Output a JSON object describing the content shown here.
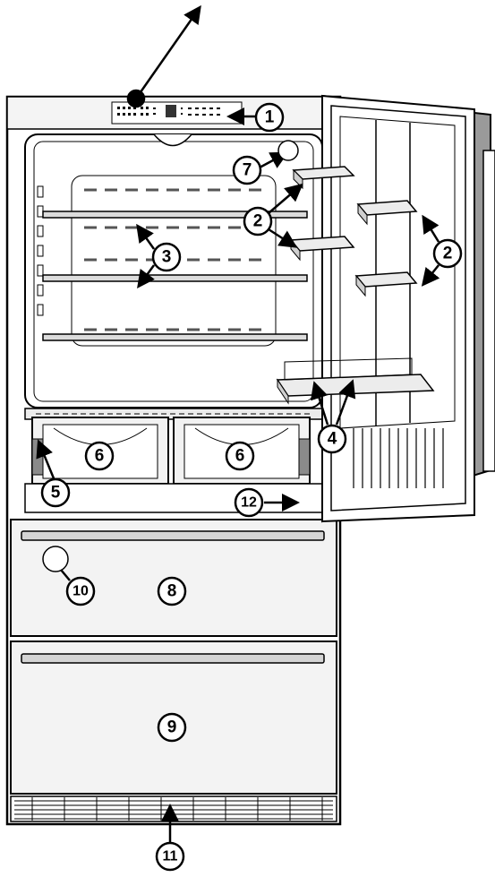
{
  "diagram": {
    "callouts": [
      {
        "id": "1",
        "label": "1"
      },
      {
        "id": "2a",
        "label": "2"
      },
      {
        "id": "2b",
        "label": "2"
      },
      {
        "id": "3",
        "label": "3"
      },
      {
        "id": "4",
        "label": "4"
      },
      {
        "id": "5",
        "label": "5"
      },
      {
        "id": "6a",
        "label": "6"
      },
      {
        "id": "6b",
        "label": "6"
      },
      {
        "id": "7",
        "label": "7"
      },
      {
        "id": "8",
        "label": "8"
      },
      {
        "id": "9",
        "label": "9"
      },
      {
        "id": "10",
        "label": "10"
      },
      {
        "id": "11",
        "label": "11"
      },
      {
        "id": "12",
        "label": "12"
      }
    ],
    "colors": {
      "line": "#000000",
      "shade_light": "#ececec",
      "shade_mid": "#d4d4d4",
      "shade_dark": "#9a9a9a",
      "background": "#ffffff"
    }
  }
}
